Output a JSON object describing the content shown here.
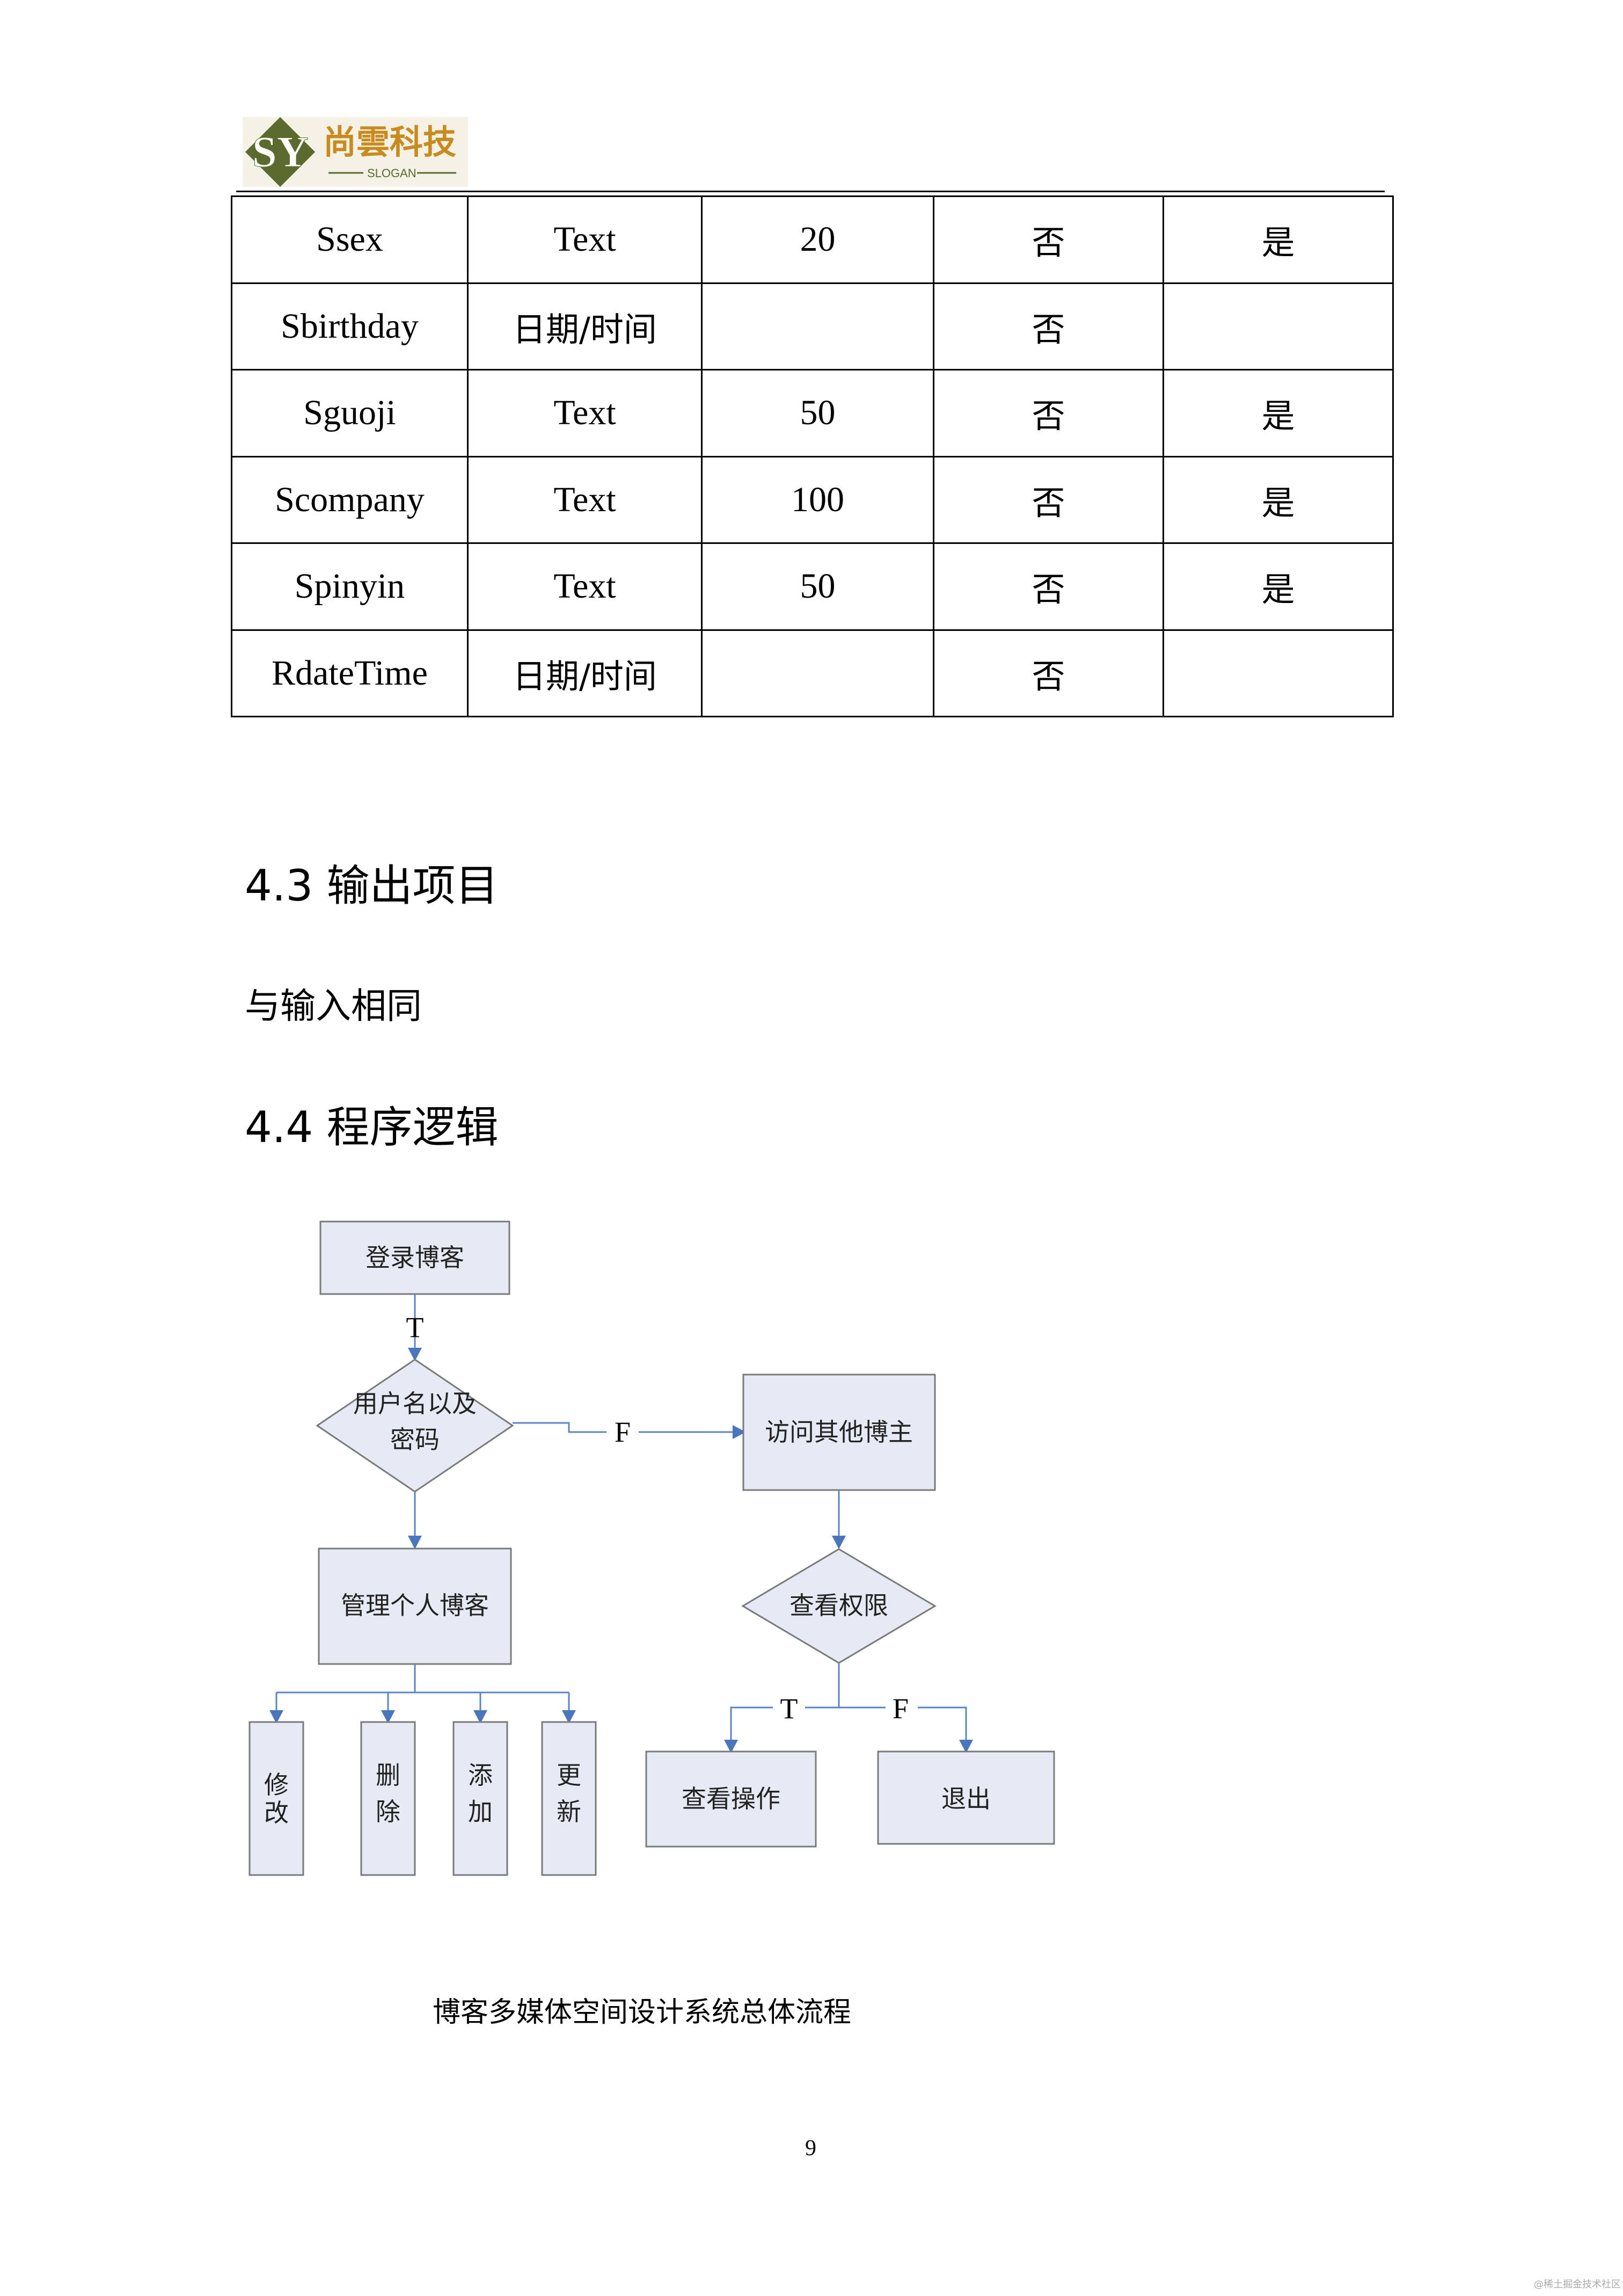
{
  "header": {
    "logo_initials": "SY",
    "logo_text": "尚雲科技",
    "logo_slogan": "SLOGAN"
  },
  "table": {
    "rows": [
      [
        "Ssex",
        "Text",
        "20",
        "否",
        "是"
      ],
      [
        "Sbirthday",
        "日期/时间",
        "",
        "否",
        ""
      ],
      [
        "Sguoji",
        "Text",
        "50",
        "否",
        "是"
      ],
      [
        "Scompany",
        "Text",
        "100",
        "否",
        "是"
      ],
      [
        "Spinyin",
        "Text",
        "50",
        "否",
        "是"
      ],
      [
        "RdateTime",
        "日期/时间",
        "",
        "否",
        ""
      ]
    ]
  },
  "section_4_3": {
    "heading": "4.3 输出项目",
    "body": "与输入相同"
  },
  "section_4_4": {
    "heading": "4.4 程序逻辑"
  },
  "flowchart": {
    "login": "登录博客",
    "decision_line1": "用户名以及",
    "decision_line2": "密码",
    "label_t1": "T",
    "label_f1": "F",
    "visit": "访问其他博主",
    "manage": "管理个人博客",
    "check_permission": "查看权限",
    "label_t2": "T",
    "label_f2": "F",
    "view_op": "查看操作",
    "exit": "退出",
    "modify": [
      "修",
      "改"
    ],
    "delete": [
      "删",
      "除"
    ],
    "add": [
      "添",
      "加"
    ],
    "update": [
      "更",
      "新"
    ]
  },
  "caption": "博客多媒体空间设计系统总体流程",
  "page_number": "9",
  "watermark": "@稀土掘金技术社区",
  "colors": {
    "logo_green": "#5b6b2e",
    "logo_orange": "#c98a1e",
    "flow_fill": "#e6eaf4",
    "flow_arrow": "#4a76bd"
  }
}
